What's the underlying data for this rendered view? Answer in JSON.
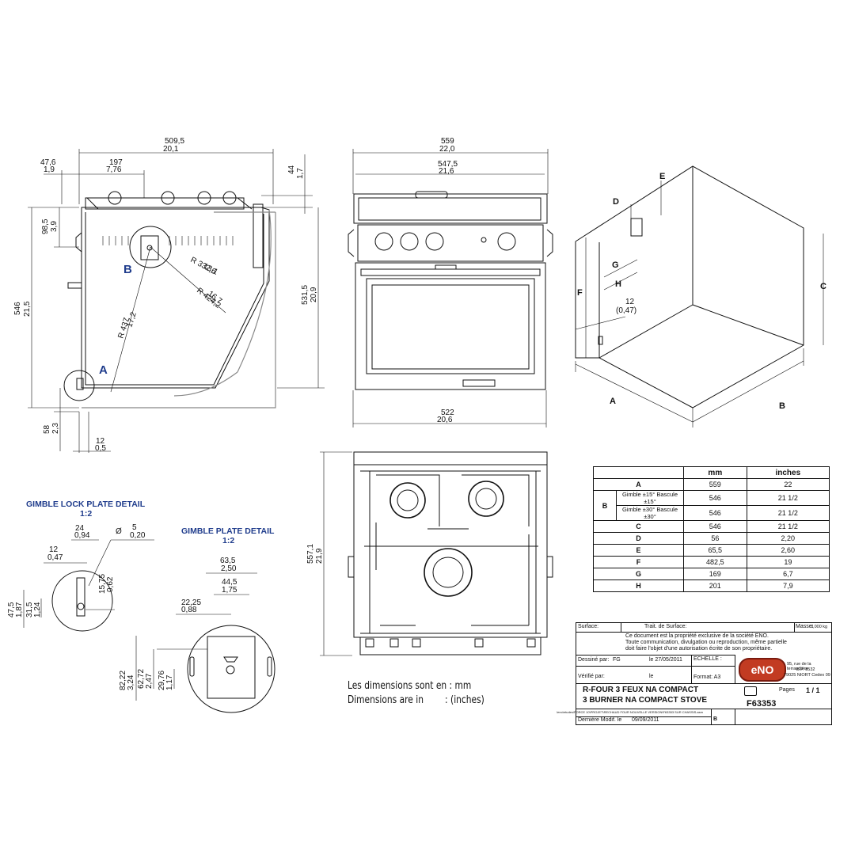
{
  "side_view": {
    "dims": {
      "w_total_mm": "509,5",
      "w_total_in": "20,1",
      "w_left_mm": "47,6",
      "w_left_in": "1,9",
      "w_mid_mm": "197",
      "w_mid_in": "7,76",
      "h_top_mm": "44",
      "h_top_in": "1,7",
      "h_a_mm": "98,5",
      "h_a_in": "3,9",
      "h_total_mm": "546",
      "h_total_in": "21,5",
      "h_right_mm": "531,5",
      "h_right_in": "20,9",
      "h_low_mm": "58",
      "h_low_in": "2,3",
      "w_low_mm": "12",
      "w_low_in": "0,5",
      "r1_mm": "R 332,6",
      "r1_in": "13,1",
      "r2_mm": "R 424,2",
      "r2_in": "16,7",
      "r3_mm": "R 437",
      "r3_in": "17,2"
    },
    "marker_a": "A",
    "marker_b": "B"
  },
  "front_view": {
    "w_total_mm": "559",
    "w_total_in": "22,0",
    "w_inner_mm": "547,5",
    "w_inner_in": "21,6",
    "w_bottom_mm": "522",
    "w_bottom_in": "20,6"
  },
  "top_view": {
    "h_mm": "557,1",
    "h_in": "21,9"
  },
  "iso_view": {
    "labels": {
      "a": "A",
      "b": "B",
      "c": "C",
      "d": "D",
      "e": "E",
      "f": "F",
      "g": "G",
      "h": "H"
    },
    "dim_mm": "12",
    "dim_in": "(0,47)"
  },
  "lock_detail": {
    "title": "GIMBLE LOCK PLATE DETAIL",
    "scale": "1:2",
    "d1_mm": "24",
    "d1_in": "0,94",
    "dia_sym": "Ø",
    "d2_mm": "5",
    "d2_in": "0,20",
    "d3_mm": "12",
    "d3_in": "0,47",
    "d4_mm": "15,75",
    "d4_in": "0,62",
    "d5_mm": "47,5",
    "d5_in": "1,87",
    "d6_mm": "31,5",
    "d6_in": "1,24"
  },
  "plate_detail": {
    "title": "GIMBLE PLATE DETAIL",
    "scale": "1:2",
    "d1_mm": "63,5",
    "d1_in": "2,50",
    "d2_mm": "44,5",
    "d2_in": "1,75",
    "d3_mm": "22,25",
    "d3_in": "0,88",
    "d4_mm": "82,22",
    "d4_in": "3,24",
    "d5_mm": "62,72",
    "d5_in": "2,47",
    "d6_mm": "29,76",
    "d6_in": "1,17"
  },
  "note": {
    "line1": "Les dimensions sont en : mm",
    "line2": "Dimensions are in        : (inches)"
  },
  "dim_table": {
    "headers": [
      "",
      "",
      "mm",
      "inches"
    ],
    "rows": [
      {
        "key": "A",
        "sub": "",
        "mm": "559",
        "in": "22"
      },
      {
        "key": "B",
        "sub": "Gimble ±15° Bascule ±15°",
        "mm": "546",
        "in": "21 1/2"
      },
      {
        "key": "",
        "sub": "Gimble ±30° Bascule ±30°",
        "mm": "546",
        "in": "21 1/2"
      },
      {
        "key": "C",
        "sub": "",
        "mm": "546",
        "in": "21 1/2"
      },
      {
        "key": "D",
        "sub": "",
        "mm": "56",
        "in": "2,20"
      },
      {
        "key": "E",
        "sub": "",
        "mm": "65,5",
        "in": "2,60"
      },
      {
        "key": "F",
        "sub": "",
        "mm": "482,5",
        "in": "19"
      },
      {
        "key": "G",
        "sub": "",
        "mm": "169",
        "in": "6,7"
      },
      {
        "key": "H",
        "sub": "",
        "mm": "201",
        "in": "7,9"
      }
    ]
  },
  "title_block": {
    "surface": "Surface:",
    "trait": "Trait. de Surface:",
    "masse": "Masse:",
    "masse_val": "0,000 kg",
    "legal1": "Ce document est la propriété exclusive de la société ENO.",
    "legal2": "Toute communication, divulgation ou reproduction, même partielle",
    "legal3": "doit faire l'objet d'une autorisation écrite de son propriétaire.",
    "dessine": "Dessiné par:",
    "dessine_val": "FG",
    "date": "le 27/05/2011",
    "echelle": "ECHELLE :",
    "verifie": "Vérifié par:",
    "le": "le",
    "format": "Format: A3",
    "addr1": "95, rue de la terraudière",
    "addr2": "B.P. 8532",
    "addr3": "79025 NIORT Cedex 09",
    "logo": "eNO",
    "title1": "R-FOUR 3 FEUX NA COMPACT",
    "title2": "3 BURNER NA COMPACT STOVE",
    "pages_lbl": "Pages",
    "pages_val": "1 / 1",
    "ref": "F63353",
    "path": "\\eno\\etudes\\FORCE 10\\PROJET\\RECHAUD FOUR NOUVELLE VERSION\\F63353 SUR CHASSIS.asm",
    "modif": "Dernière Modif. le",
    "modif_val": "09/09/2011",
    "rev": "B"
  }
}
